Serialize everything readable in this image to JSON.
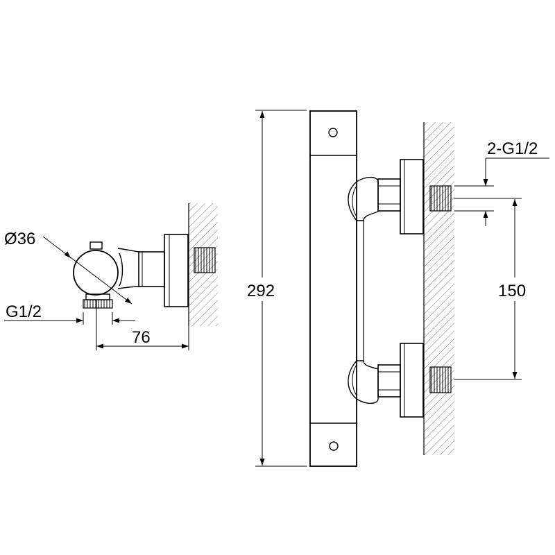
{
  "dimensions": {
    "diameter": "Ø36",
    "side_thread": "G1/2",
    "depth": "76",
    "height": "292",
    "inlet_thread": "2-G1/2",
    "centers": "150"
  },
  "colors": {
    "line": "#000000",
    "background": "#ffffff"
  }
}
